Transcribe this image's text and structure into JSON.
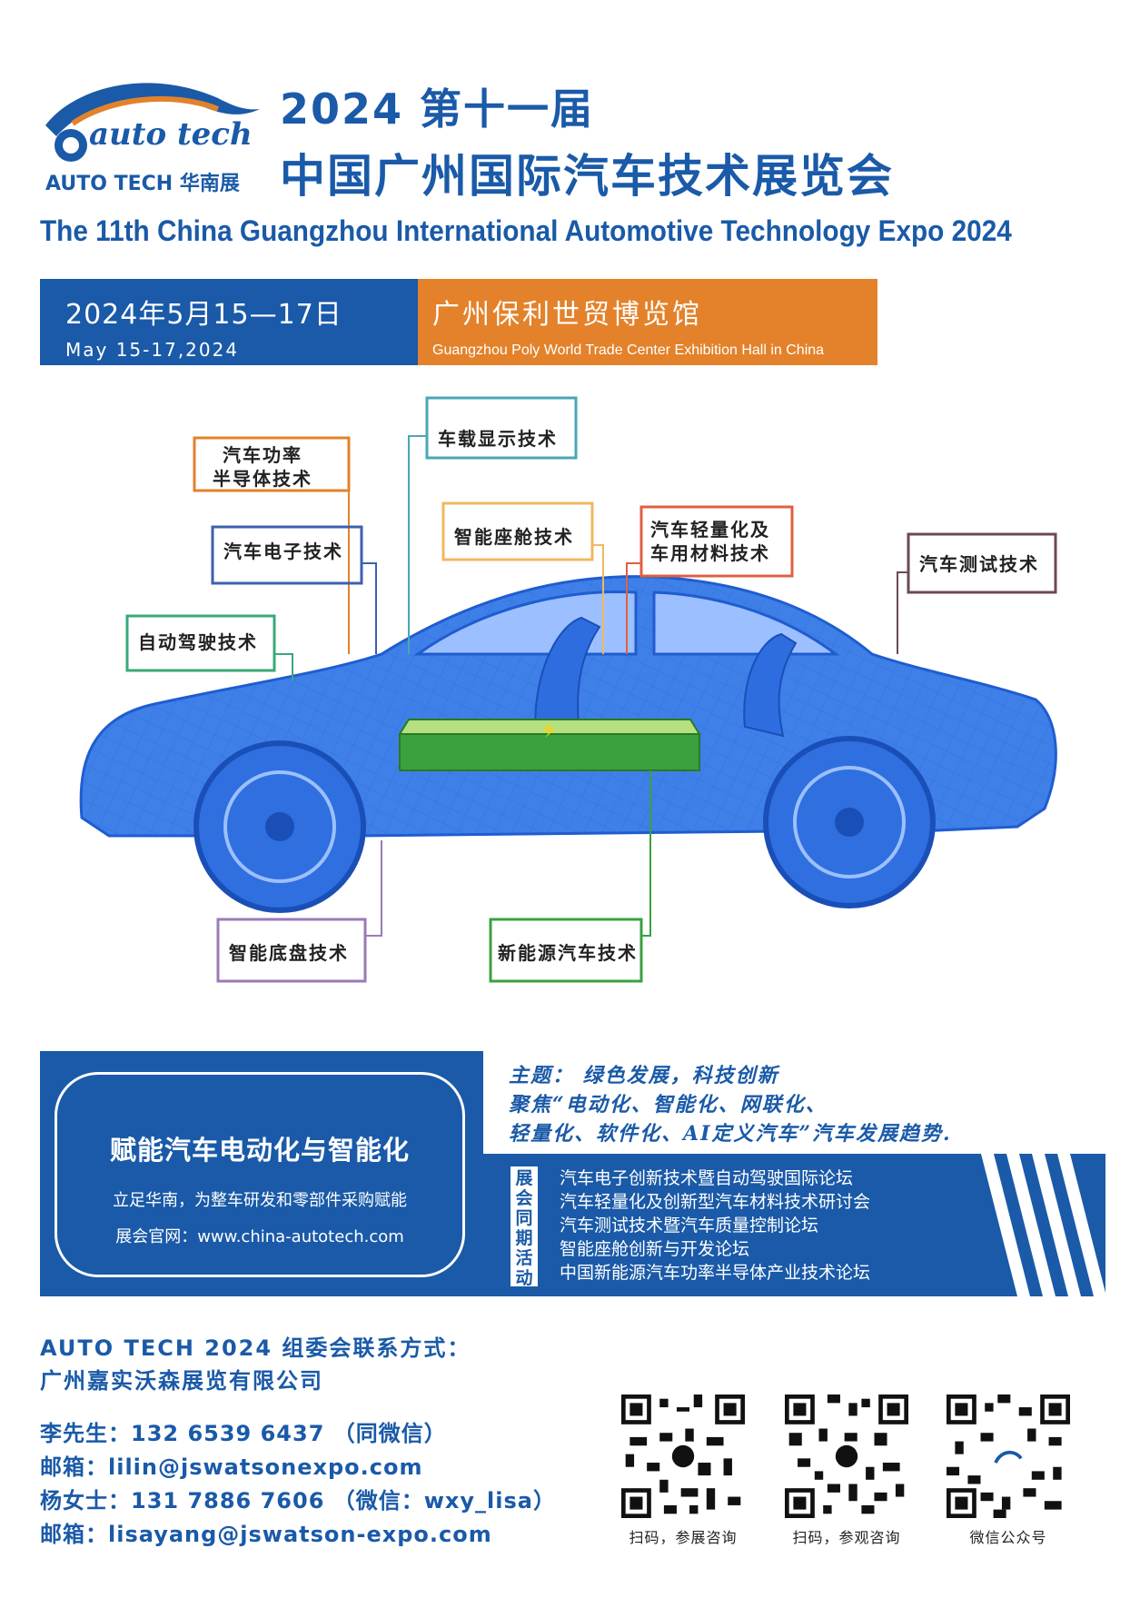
{
  "logo": {
    "brand": "auto tech",
    "sub_en": "AUTO TECH",
    "sub_cn": "华南展"
  },
  "title": {
    "line1": "2024 第十一届",
    "line2": "中国广州国际汽车技术展览会",
    "english": "The 11th China Guangzhou International Automotive Technology Expo 2024"
  },
  "info": {
    "date_cn": "2024年5月15—17日",
    "date_en": "May 15-17,2024",
    "venue_cn": "广州保利世贸博览馆",
    "venue_en": "Guangzhou Poly World Trade Center Exhibition Hall in China"
  },
  "callouts": [
    {
      "line1": "汽车功率",
      "line2": "半导体技术",
      "color": "#e3822b"
    },
    {
      "line1": "车载显示技术",
      "line2": "",
      "color": "#4aa6b8"
    },
    {
      "line1": "汽车电子技术",
      "line2": "",
      "color": "#3d5fb0"
    },
    {
      "line1": "智能座舱技术",
      "line2": "",
      "color": "#f0b860"
    },
    {
      "line1": "汽车轻量化及",
      "line2": "车用材料技术",
      "color": "#e06040"
    },
    {
      "line1": "汽车测试技术",
      "line2": "",
      "color": "#6b4a50"
    },
    {
      "line1": "自动驾驶技术",
      "line2": "",
      "color": "#3aa878"
    },
    {
      "line1": "智能底盘技术",
      "line2": "",
      "color": "#9a7ab8"
    },
    {
      "line1": "新能源汽车技术",
      "line2": "",
      "color": "#3aa040"
    }
  ],
  "banner": {
    "slogan": "赋能汽车电动化与智能化",
    "subline": "立足华南，为整车研发和零部件采购赋能",
    "website": "展会官网：www.china-autotech.com",
    "theme_line1": "主题：  绿色发展，科技创新",
    "theme_line2": "聚焦“电动化、智能化、网联化、",
    "theme_line3": "轻量化、软件化、AI定义汽车”汽车发展趋势.",
    "events_tag": "展会同期活动",
    "events": [
      "汽车电子创新技术暨自动驾驶国际论坛",
      "汽车轻量化及创新型汽车材料技术研讨会",
      "汽车测试技术暨汽车质量控制论坛",
      "智能座舱创新与开发论坛",
      "中国新能源汽车功率半导体产业技术论坛"
    ]
  },
  "contact": {
    "heading": "AUTO TECH 2024 组委会联系方式：",
    "company": "广州嘉实沃森展览有限公司",
    "lines": [
      "李先生：132 6539 6437 （同微信）",
      "邮箱：lilin@jswatsonexpo.com",
      "杨女士：131 7886 7606 （微信：wxy_lisa）",
      "邮箱：lisayang@jswatson-expo.com"
    ]
  },
  "qr_codes": [
    {
      "label": "扫码，参展咨询"
    },
    {
      "label": "扫码，参观咨询"
    },
    {
      "label": "微信公众号"
    }
  ],
  "colors": {
    "brand_blue": "#1a5aa8",
    "accent_orange": "#e3822b",
    "battery_green": "#3aa040"
  }
}
